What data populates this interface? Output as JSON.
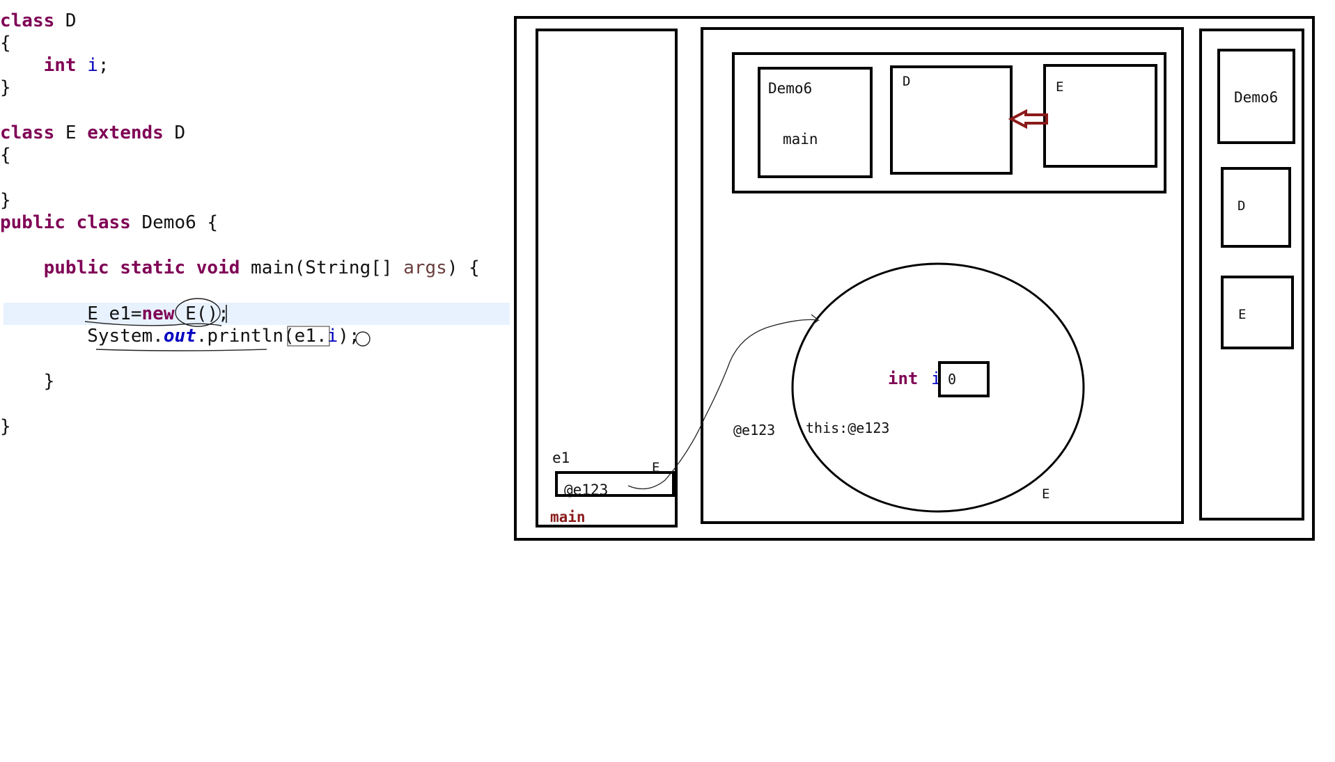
{
  "code": {
    "l1_kw": "class",
    "l1_rest": " D",
    "l2": "{",
    "l3_kw": "int",
    "l3_fld": "i",
    "l3_end": ";",
    "l4": "}",
    "l5_kw1": "class",
    "l5_mid": " E ",
    "l5_kw2": "extends",
    "l5_end": " D",
    "l6": "{",
    "l7": "}",
    "l8_kw": "public class",
    "l8_rest": " Demo6 {",
    "l9_kw": "public static void",
    "l9_mid": " main(String[] ",
    "l9_prm": "args",
    "l9_end": ") {",
    "l10_a": "E e1=",
    "l10_kw": "new",
    "l10_b": " E();",
    "l11_a": "System.",
    "l11_st": "out",
    "l11_b": ".println(",
    "l11_c": "e1.",
    "l11_fld": "i",
    "l11_end": ");",
    "l12": "}",
    "l13": "}"
  },
  "diagram": {
    "stack_var": "e1",
    "stack_value": "@e123",
    "stack_type": "E",
    "stack_frame": "main",
    "method_area": {
      "demo6": "Demo6",
      "demo6_method": "main",
      "d": "D",
      "e": "E"
    },
    "heap": {
      "ref_label": "@e123",
      "field_type": "int",
      "field_name": "i",
      "field_value": "0",
      "this_label": "this:@e123",
      "obj_type": "E"
    },
    "static_area": {
      "demo6": "Demo6",
      "d": "D",
      "e": "E"
    },
    "arrow_color": "#8b1a1a",
    "main_color": "#8b1a1a"
  }
}
